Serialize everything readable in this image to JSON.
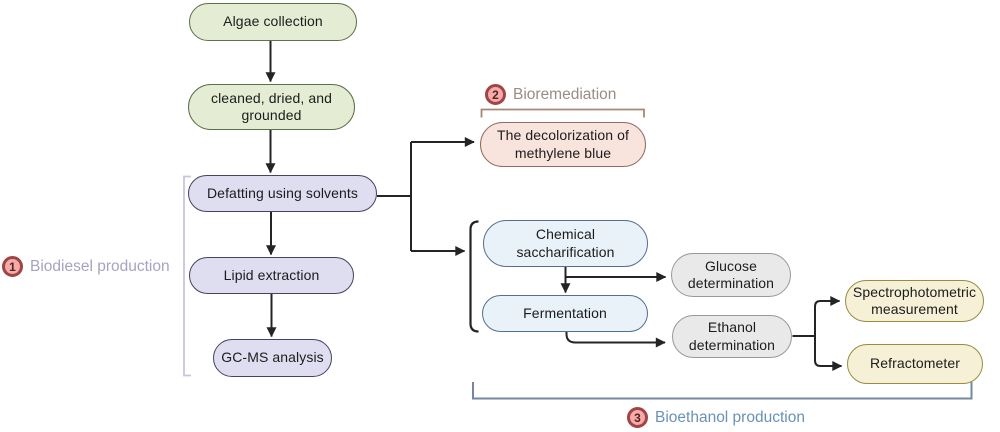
{
  "figure": {
    "description": "Flowchart of algae processing for biodiesel production, bioremediation and bioethanol production",
    "background": "#ffffff",
    "connector_color": "#242424",
    "node_text_color": "#1c1c1c"
  },
  "nodes": {
    "algae_collection": {
      "label": "Algae collection",
      "fill": "#e4ecd3",
      "border": "#5d7049"
    },
    "cleaned_dried": {
      "label": "cleaned, dried, and grounded",
      "fill": "#e4ecd3",
      "border": "#5d7049"
    },
    "defatting": {
      "label": "Defatting using solvents",
      "fill": "#dfddf0",
      "border": "#48415f"
    },
    "lipid_extraction": {
      "label": "Lipid extraction",
      "fill": "#dfddf0",
      "border": "#48415f"
    },
    "gcms_analysis": {
      "label": "GC-MS analysis",
      "fill": "#dfddf0",
      "border": "#48415f"
    },
    "decolorization": {
      "label": "The decolorization of methylene blue",
      "fill": "#f8e3dd",
      "border": "#8f6c5b"
    },
    "chemical_sacch": {
      "label": "Chemical saccharification",
      "fill": "#e9f1f9",
      "border": "#54708e"
    },
    "fermentation": {
      "label": "Fermentation",
      "fill": "#e9f1f9",
      "border": "#54708e"
    },
    "glucose_det": {
      "label": "Glucose determination",
      "fill": "#e9e9e9",
      "border": "#999999"
    },
    "ethanol_det": {
      "label": "Ethanol determination",
      "fill": "#e9e9e9",
      "border": "#999999"
    },
    "spectrophotometric": {
      "label": "Spectrophotometric measurement",
      "fill": "#f5f0d6",
      "border": "#9a8b41"
    },
    "refractometer": {
      "label": "Refractometer",
      "fill": "#f5f0d6",
      "border": "#9a8b41"
    }
  },
  "sections": {
    "biodiesel": {
      "number": "1",
      "label": "Biodiesel production",
      "label_color": "#a6a3c1",
      "bracket_color": "#c8c4de"
    },
    "bioremediation": {
      "number": "2",
      "label": "Bioremediation",
      "label_color": "#9b8d85",
      "bracket_color": "#a68876"
    },
    "bioethanol": {
      "number": "3",
      "label": "Bioethanol production",
      "label_color": "#6992b5",
      "bracket_color": "#74899d"
    }
  },
  "badge_style": {
    "fill": "#f4abaa",
    "border": "#a14444",
    "text_color": "#58201f"
  }
}
